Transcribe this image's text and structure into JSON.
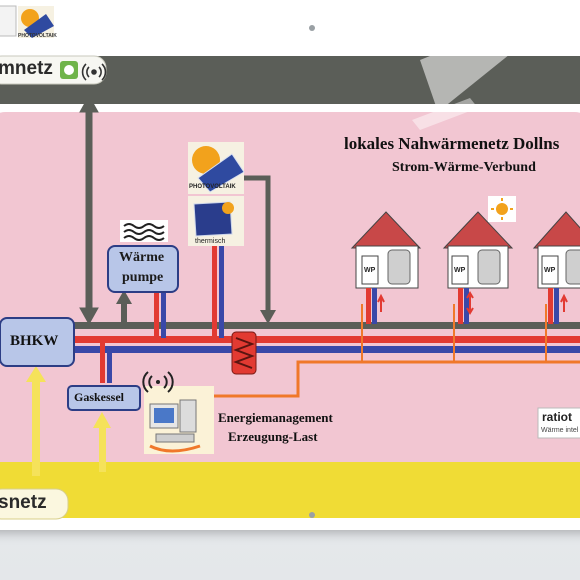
{
  "top_logo": {
    "label": "PHOTOVOLTAIK"
  },
  "top_bar": {
    "label": "mnetz"
  },
  "header": {
    "title": "lokales Nahwärmenetz Dollns",
    "subtitle": "Strom-Wärme-Verbund"
  },
  "components": {
    "pv_panel_label": "PHOTOVOLTAIK",
    "thermal_panel_label": "thermisch",
    "heat_pump_line1": "Wärme",
    "heat_pump_line2": "pumpe",
    "bhkw": "BHKW",
    "gaskessel": "Gaskessel",
    "energy_line1": "Energiemanagement",
    "energy_line2": "Erzeugung-Last"
  },
  "houses": [
    {
      "label": "WP"
    },
    {
      "label": "WP"
    },
    {
      "label": "WP"
    }
  ],
  "brand": {
    "name": "ratiot",
    "tagline": "Wärme intel"
  },
  "bottom_bar": {
    "label": "snetz"
  },
  "colors": {
    "pink_panel": "#f2c6d2",
    "dark_bar": "#5b5e58",
    "yellow_bar": "#f0dc35",
    "hot_pipe": "#e23a32",
    "cold_pipe": "#3a48a8",
    "signal_line": "#f0782a",
    "box_fill": "#b8c6e8"
  }
}
